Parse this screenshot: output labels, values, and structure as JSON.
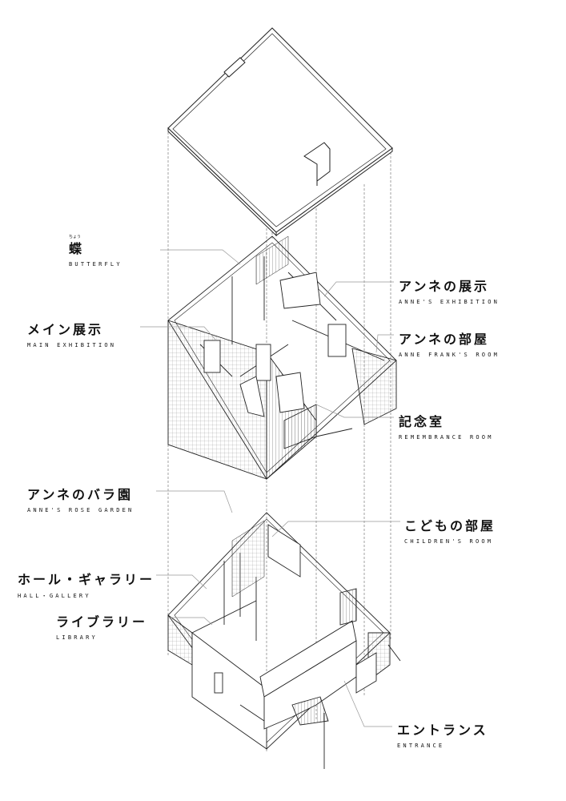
{
  "labels": {
    "butterfly": {
      "ruby": "ちょう",
      "jp": "蝶",
      "en": "BUTTERFLY"
    },
    "anne_exhibition": {
      "jp": "アンネの展示",
      "en": "ANNE'S EXHIBITION"
    },
    "main_exhibition": {
      "jp": "メイン展示",
      "en": "MAIN EXHIBITION"
    },
    "anne_room": {
      "jp": "アンネの部屋",
      "en": "ANNE FRANK'S ROOM"
    },
    "remembrance_room": {
      "jp": "記念室",
      "en": "REMEMBRANCE ROOM"
    },
    "rose_garden": {
      "jp": "アンネのバラ園",
      "en": "ANNE'S ROSE GARDEN"
    },
    "children_room": {
      "jp": "こどもの部屋",
      "en": "CHILDREN'S ROOM"
    },
    "hall_gallery": {
      "jp": "ホール・ギャラリー",
      "en": "HALL・GALLERY"
    },
    "library": {
      "jp": "ライブラリー",
      "en": "LIBRARY"
    },
    "entrance": {
      "jp": "エントランス",
      "en": "ENTRANCE"
    }
  }
}
